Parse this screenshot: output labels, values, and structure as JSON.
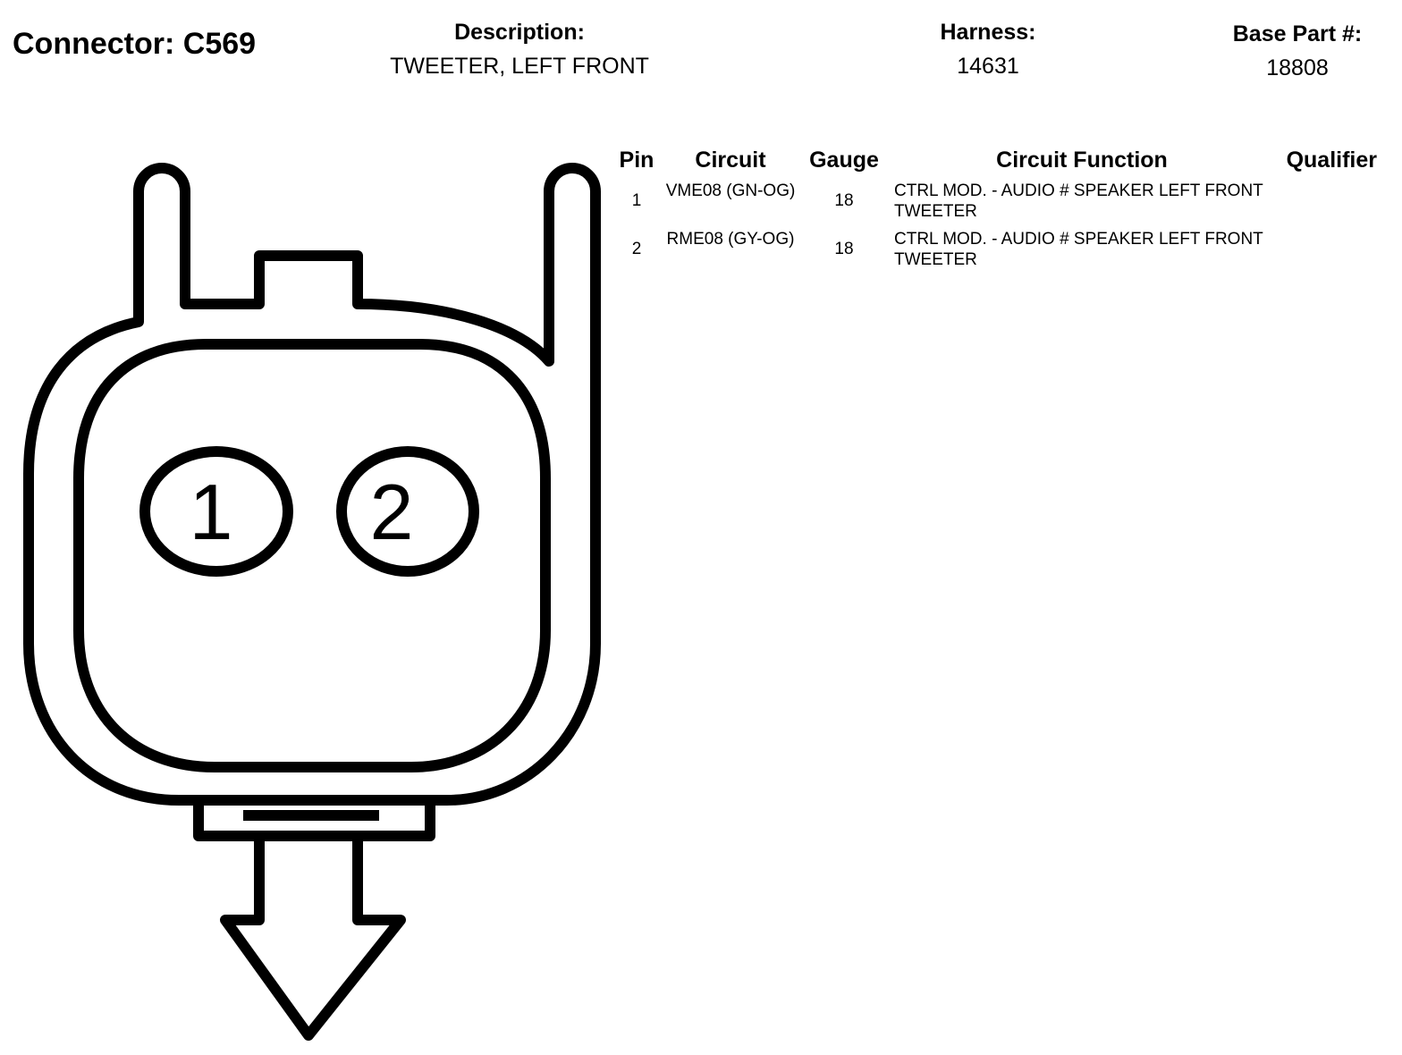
{
  "header": {
    "connector_title": "Connector: C569",
    "description_label": "Description:",
    "description_value": "TWEETER, LEFT FRONT",
    "harness_label": "Harness:",
    "harness_value": "14631",
    "base_part_label": "Base Part #:",
    "base_part_value": "18808"
  },
  "diagram": {
    "pins": [
      "1",
      "2"
    ]
  },
  "table": {
    "headers": {
      "pin": "Pin",
      "circuit": "Circuit",
      "gauge": "Gauge",
      "function": "Circuit Function",
      "qualifier": "Qualifier"
    },
    "rows": [
      {
        "pin": "1",
        "circuit": "VME08 (GN-OG)",
        "gauge": "18",
        "function": "CTRL MOD. - AUDIO # SPEAKER LEFT FRONT TWEETER",
        "qualifier": ""
      },
      {
        "pin": "2",
        "circuit": "RME08 (GY-OG)",
        "gauge": "18",
        "function": "CTRL MOD. - AUDIO # SPEAKER LEFT FRONT TWEETER",
        "qualifier": ""
      }
    ]
  }
}
